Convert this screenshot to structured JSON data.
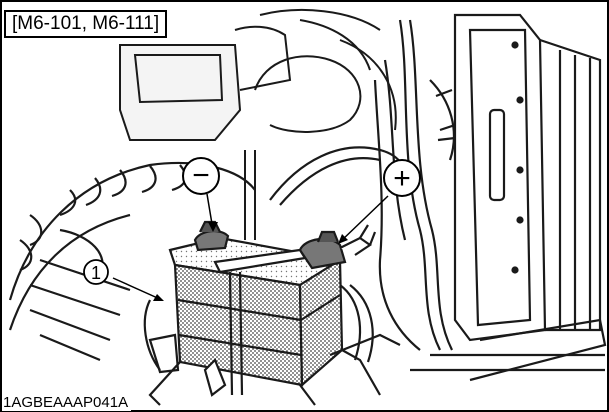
{
  "figure": {
    "model_label": "[M6-101, M6-111]",
    "figure_code": "1AGBEAAAP041A",
    "callouts": {
      "part_number": "1",
      "negative_symbol": "−",
      "positive_symbol": "+"
    }
  },
  "colors": {
    "line": "#1a1a1a",
    "background": "#ffffff",
    "battery_fill": "#9a9a9a"
  },
  "icons": [
    "minus-icon",
    "plus-icon"
  ]
}
